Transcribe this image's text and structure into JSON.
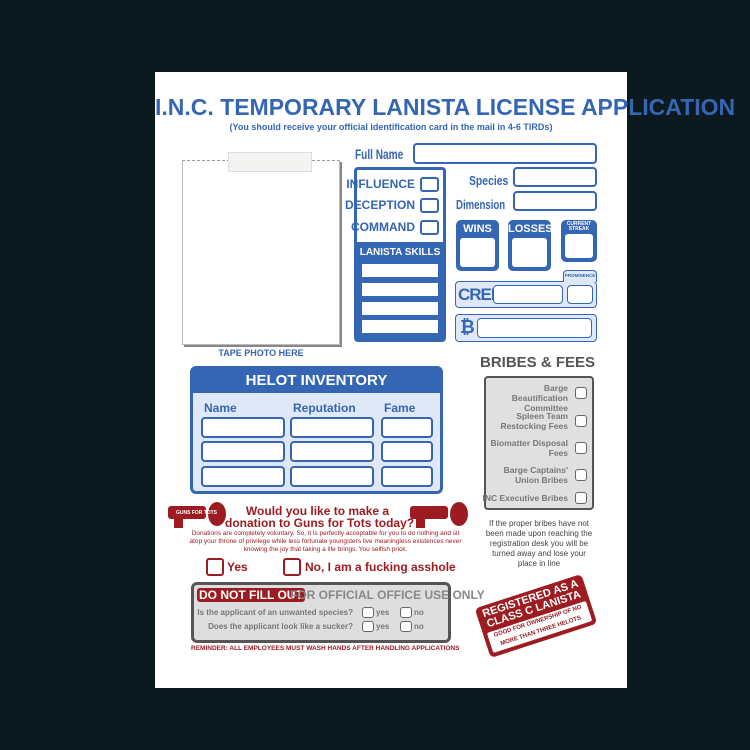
{
  "title": "I.N.C. TEMPORARY LANISTA LICENSE APPLICATION",
  "subtitle": "(You should receive your official identification card in the mail in 4-6 TIRDs)",
  "photo": {
    "label": "TAPE PHOTO HERE"
  },
  "full_name_label": "Full Name",
  "stats": {
    "influence": "INFLUENCE",
    "deception": "DECEPTION",
    "command": "COMMAND",
    "skills_label": "LANISTA SKILLS"
  },
  "species_label": "Species",
  "dimension_label": "Dimension",
  "record": {
    "wins": "WINS",
    "losses": "LOSSES",
    "streak": "CURRENT STREAK"
  },
  "cred": {
    "label": "CRED",
    "prominence": "PROMINENCE"
  },
  "currency_symbol": "₿",
  "helot": {
    "title": "HELOT INVENTORY",
    "columns": [
      "Name",
      "Reputation",
      "Fame"
    ]
  },
  "bribes": {
    "title": "BRIBES & FEES",
    "items": [
      "Barge Beautification Committee",
      "Spleen Team Restocking Fees",
      "Biomatter Disposal Fees",
      "Barge Captains' Union Bribes",
      "INC Executive Bribes"
    ],
    "note": "If the proper bribes have not been made upon reaching the registration desk you will be turned away and lose your place in line"
  },
  "donation": {
    "heading_line1": "Would you like to make a",
    "heading_line2": "donation to Guns for Tots today?",
    "logo_text": "GUNS FOR TOTS",
    "body": "Donations are completely voluntary. So, it is perfectly acceptable for you to do nothing and sit atop your throne of privilege while less fortunate youngsters live meaningless existences never knowing the joy that taking a life brings. You selfish prick.",
    "yes": "Yes",
    "no": "No, I am a fucking asshole"
  },
  "office": {
    "badge": "DO NOT FILL OUT",
    "heading": "FOR OFFICIAL OFFICE USE ONLY",
    "q1": "Is the applicant of an unwanted species?",
    "q2": "Does the applicant look like a sucker?",
    "yes": "yes",
    "no": "no"
  },
  "reminder": "REMINDER: ALL EMPLOYEES MUST WASH HANDS AFTER HANDLING APPLICATIONS",
  "stamp": {
    "line1": "REGISTERED AS A",
    "line2": "CLASS C LANISTA",
    "line3": "GOOD FOR OWNERSHIP OF NO",
    "line4": "MORE THAN THREE HELOTS"
  },
  "colors": {
    "blue": "#3466b4",
    "red": "#9c1c22",
    "background": "#0c1a1f"
  }
}
